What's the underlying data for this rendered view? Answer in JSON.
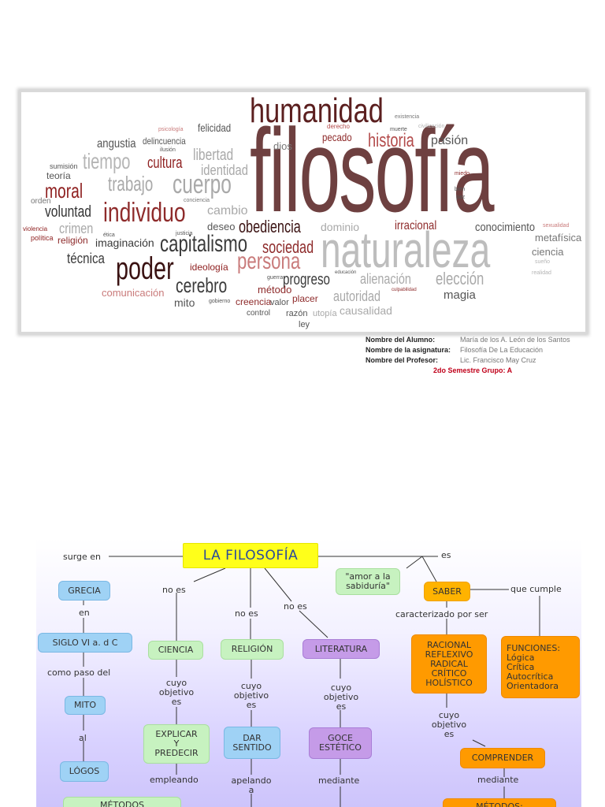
{
  "word_cloud": {
    "words": [
      {
        "text": "filosofía",
        "color": "#6e4040"
      },
      {
        "text": "humanidad",
        "color": "#5b1f1f"
      },
      {
        "text": "naturaleza",
        "color": "#bdbdbd"
      },
      {
        "text": "individuo",
        "color": "#8e2b2b"
      },
      {
        "text": "cuerpo",
        "color": "#a9a9a9"
      },
      {
        "text": "trabajo",
        "color": "#a9a9a9"
      },
      {
        "text": "tiempo",
        "color": "#b5b5b5"
      },
      {
        "text": "moral",
        "color": "#8e1f1f"
      },
      {
        "text": "voluntad",
        "color": "#333333"
      },
      {
        "text": "poder",
        "color": "#3a1212"
      },
      {
        "text": "capitalismo",
        "color": "#3a3a3a"
      },
      {
        "text": "persona",
        "color": "#c97b7b"
      },
      {
        "text": "sociedad",
        "color": "#8e2b2b"
      },
      {
        "text": "obediencia",
        "color": "#3a1212"
      },
      {
        "text": "cerebro",
        "color": "#3a3a3a"
      },
      {
        "text": "progreso",
        "color": "#3a3a3a"
      },
      {
        "text": "historia",
        "color": "#b34b4b"
      },
      {
        "text": "pasión",
        "color": "#555555"
      },
      {
        "text": "libertad",
        "color": "#a9a9a9"
      },
      {
        "text": "identidad",
        "color": "#a9a9a9"
      },
      {
        "text": "cultura",
        "color": "#8e1f1f"
      },
      {
        "text": "angustia",
        "color": "#555555"
      },
      {
        "text": "delincuencia",
        "color": "#555555"
      },
      {
        "text": "felicidad",
        "color": "#555555"
      },
      {
        "text": "dios",
        "color": "#777777"
      },
      {
        "text": "pecado",
        "color": "#8e2b2b"
      },
      {
        "text": "derecho",
        "color": "#b34b4b"
      },
      {
        "text": "muerte",
        "color": "#555555"
      },
      {
        "text": "existencia",
        "color": "#777777"
      },
      {
        "text": "civilización",
        "color": "#b5b5b5"
      },
      {
        "text": "psicología",
        "color": "#c97b7b"
      },
      {
        "text": "ilusión",
        "color": "#555555"
      },
      {
        "text": "sumisión",
        "color": "#555555"
      },
      {
        "text": "teoría",
        "color": "#555555"
      },
      {
        "text": "orden",
        "color": "#777777"
      },
      {
        "text": "crimen",
        "color": "#a9a9a9"
      },
      {
        "text": "violencia",
        "color": "#8e1f1f"
      },
      {
        "text": "política",
        "color": "#8e1f1f"
      },
      {
        "text": "religión",
        "color": "#8e2b2b"
      },
      {
        "text": "imaginación",
        "color": "#3a3a3a"
      },
      {
        "text": "técnica",
        "color": "#3a3a3a"
      },
      {
        "text": "cambio",
        "color": "#a9a9a9"
      },
      {
        "text": "deseo",
        "color": "#555555"
      },
      {
        "text": "ideología",
        "color": "#8e1f1f"
      },
      {
        "text": "método",
        "color": "#8e2b2b"
      },
      {
        "text": "comunicación",
        "color": "#c97b7b"
      },
      {
        "text": "mito",
        "color": "#555555"
      },
      {
        "text": "creencia",
        "color": "#8e2b2b"
      },
      {
        "text": "valor",
        "color": "#555555"
      },
      {
        "text": "placer",
        "color": "#8e2b2b"
      },
      {
        "text": "control",
        "color": "#555555"
      },
      {
        "text": "razón",
        "color": "#555555"
      },
      {
        "text": "utopía",
        "color": "#a9a9a9"
      },
      {
        "text": "ley",
        "color": "#555555"
      },
      {
        "text": "dominio",
        "color": "#a9a9a9"
      },
      {
        "text": "irracional",
        "color": "#8e2b2b"
      },
      {
        "text": "conocimiento",
        "color": "#555555"
      },
      {
        "text": "metafísica",
        "color": "#777777"
      },
      {
        "text": "ciencia",
        "color": "#777777"
      },
      {
        "text": "alienación",
        "color": "#a9a9a9"
      },
      {
        "text": "elección",
        "color": "#a9a9a9"
      },
      {
        "text": "autoridad",
        "color": "#a9a9a9"
      },
      {
        "text": "causalidad",
        "color": "#a9a9a9"
      },
      {
        "text": "magia",
        "color": "#555555"
      },
      {
        "text": "conciencia",
        "color": "#777777"
      },
      {
        "text": "ética",
        "color": "#555555"
      },
      {
        "text": "justicia",
        "color": "#555555"
      },
      {
        "text": "guerra",
        "color": "#555555"
      },
      {
        "text": "gobierno",
        "color": "#555555"
      },
      {
        "text": "sueño",
        "color": "#b5b5b5"
      },
      {
        "text": "realidad",
        "color": "#b5b5b5"
      },
      {
        "text": "sexualidad",
        "color": "#c97b7b"
      },
      {
        "text": "miedo",
        "color": "#8e2b2b"
      },
      {
        "text": "bien",
        "color": "#555555"
      },
      {
        "text": "paz",
        "color": "#555555"
      },
      {
        "text": "educación",
        "color": "#555555"
      },
      {
        "text": "culpabilidad",
        "color": "#8e2b2b"
      }
    ]
  },
  "info": {
    "student_label": "Nombre del Alumno:",
    "student_value": "María de los A. León de los Santos",
    "subject_label": "Nombre de la asignatura:",
    "subject_value": "Filosofía De La Educación",
    "teacher_label": "Nombre del Profesor:",
    "teacher_value": "Lic. Francisco May Cruz",
    "group": "2do Semestre Grupo: A"
  },
  "concept_map": {
    "title": "LA FILOSOFÍA",
    "nodes": {
      "grecia": "GRECIA",
      "siglo": "SIGLO VI a. d C",
      "mito": "MITO",
      "logos": "LÓGOS",
      "metodos_left": "MÉTODOS",
      "ciencia": "CIENCIA",
      "religion": "RELIGIÓN",
      "literatura": "LITERATURA",
      "explicar": "EXPLICAR\nY\nPREDECIR",
      "dar_sentido": "DAR\nSENTIDO",
      "goce": "GOCE\nESTÉTICO",
      "amor": "\"amor a la\nsabiduría\"",
      "saber": "SABER",
      "caracteristicas": "RACIONAL\nREFLEXIVO\nRADICAL\nCRÍTICO\nHOLÍSTICO",
      "funciones": "FUNCIONES:\nLógica\nCrítica\nAutocrítica\nOrientadora",
      "comprender": "COMPRENDER",
      "metodos_right": "MÉTODOS:"
    },
    "labels": {
      "surge_en": "surge en",
      "en": "en",
      "como_paso": "como paso del",
      "al": "al",
      "no_es_1": "no es",
      "no_es_2": "no es",
      "no_es_3": "no es",
      "es": "es",
      "que_cumple": "que cumple",
      "caracterizado": "caracterizado por ser",
      "cuyo_1": "cuyo\nobjetivo\nes",
      "cuyo_2": "cuyo\nobjetivo\nes",
      "cuyo_3": "cuyo\nobjetivo\nes",
      "cuyo_4": "cuyo\nobjetivo\nes",
      "empleando": "empleando",
      "apelando": "apelando\na",
      "mediante_1": "mediante",
      "mediante_2": "mediante"
    }
  }
}
